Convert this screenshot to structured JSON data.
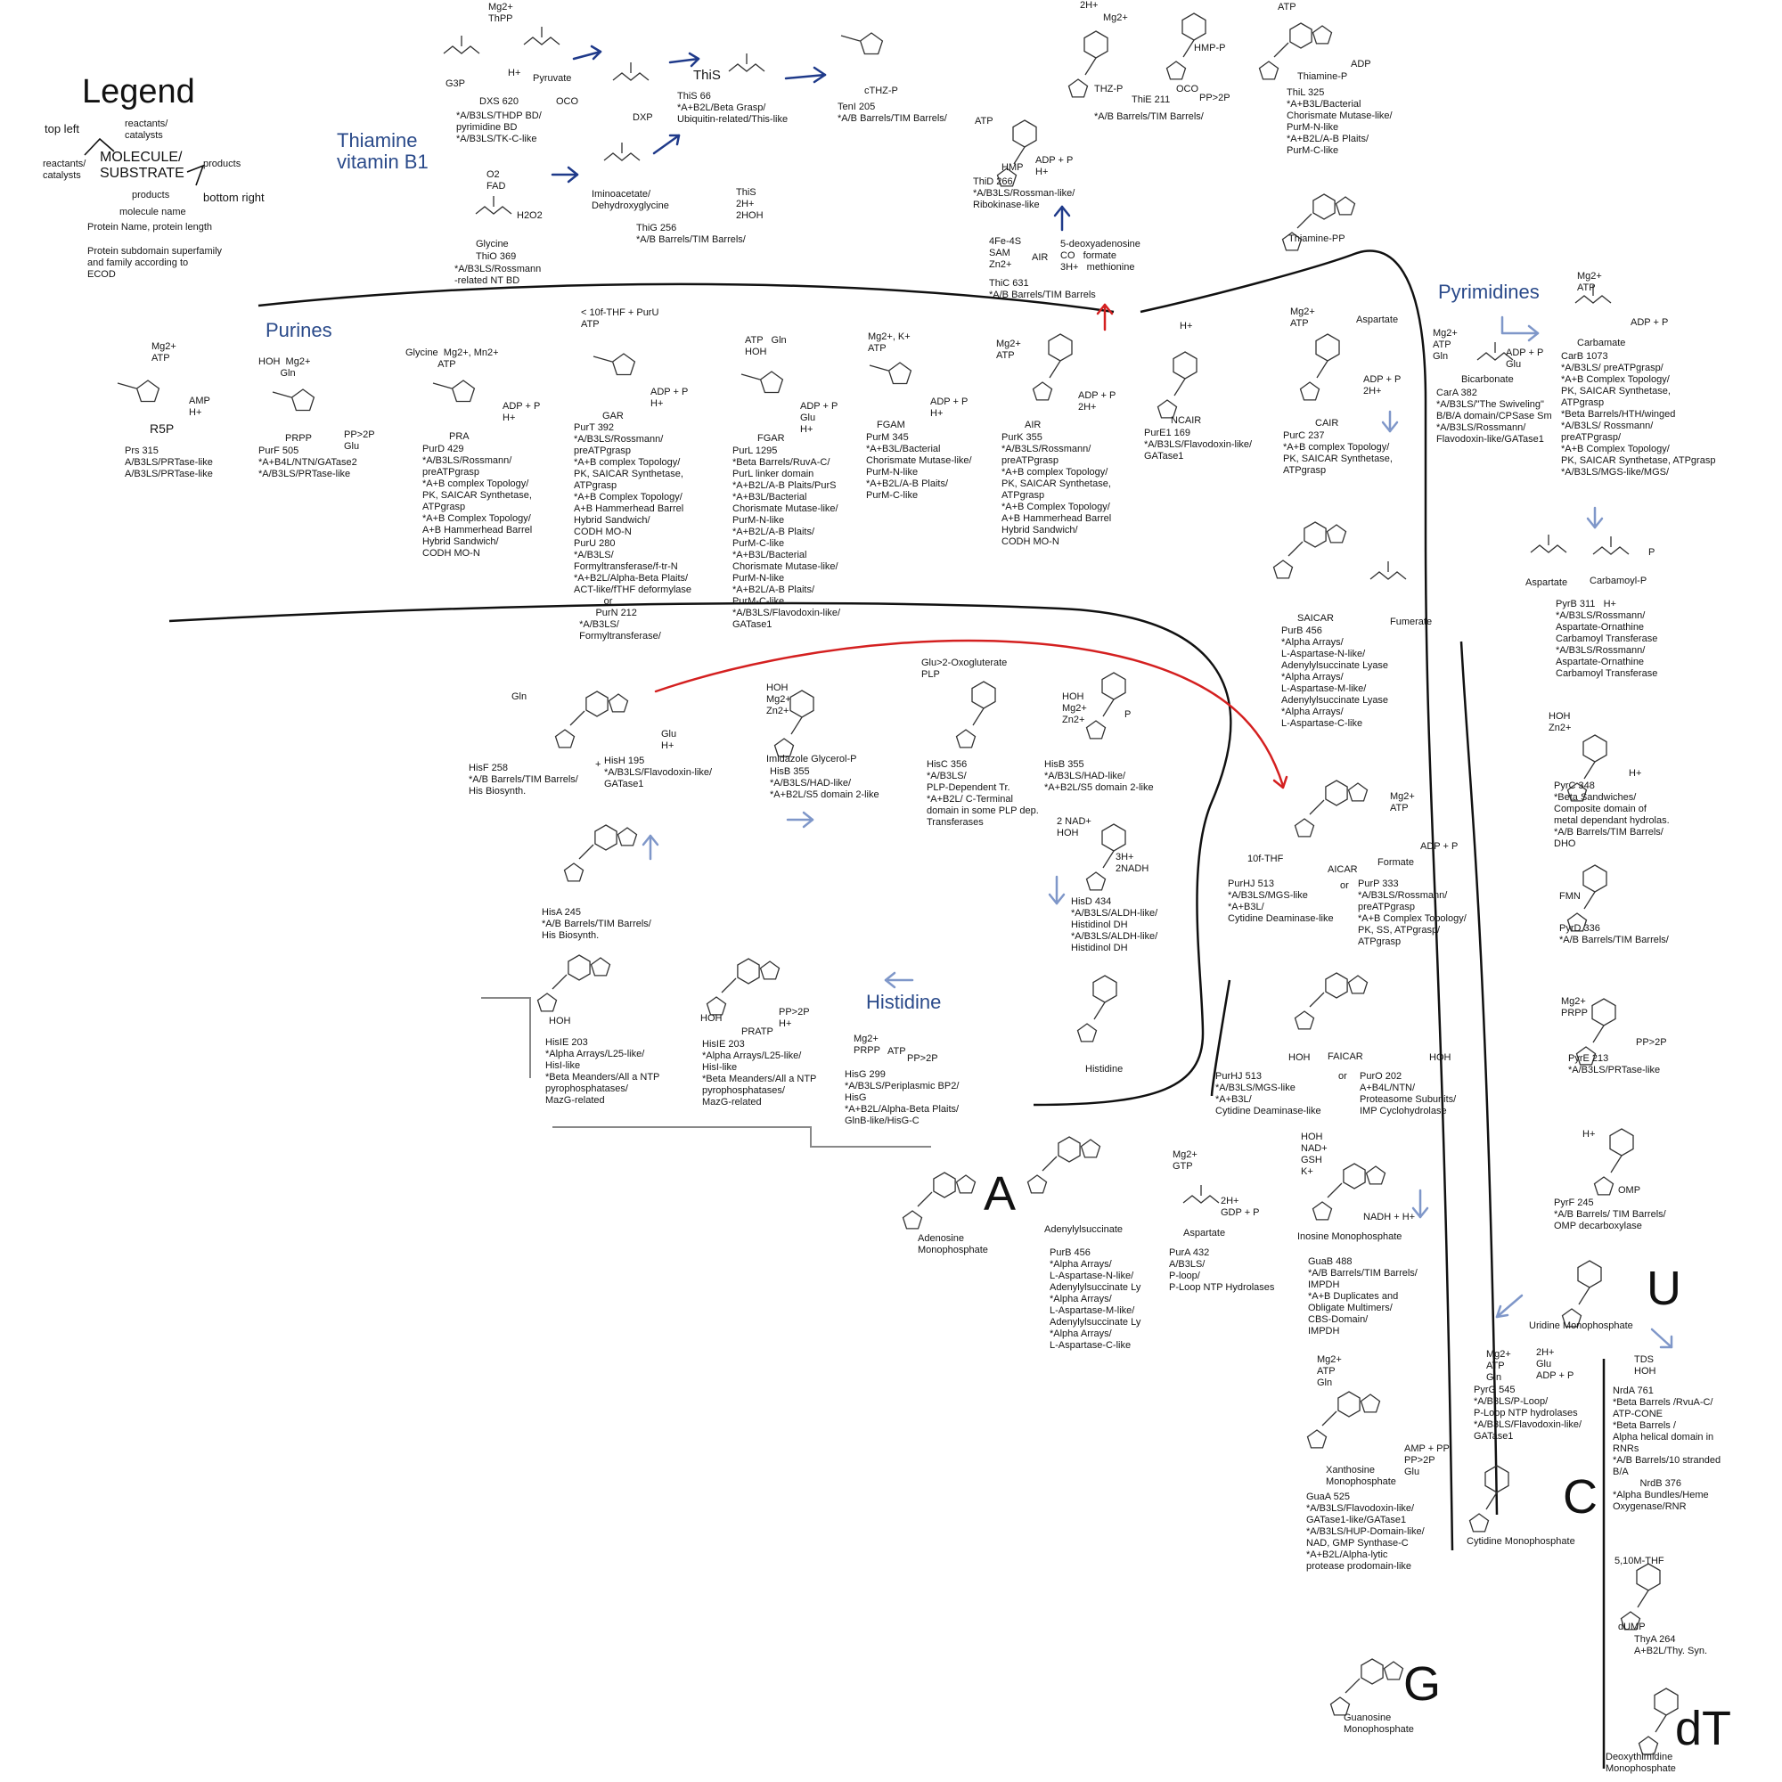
{
  "legend": {
    "title": "Legend",
    "top_left": "top left",
    "reactants_catalysts_top": "reactants/\ncatalysts",
    "reactants_catalysts_left": "reactants/\ncatalysts",
    "molecule_substrate": "MOLECULE/\nSUBSTRATE",
    "products_right": "products",
    "products_below": "products",
    "bottom_right": "bottom right",
    "molecule_name": "molecule name",
    "protein_name": "Protein Name, protein length",
    "subdomain_note": "Protein subdomain superfamily\nand family according to\nECOD"
  },
  "sections": {
    "thiamine": "Thiamine\nvitamin B1",
    "purines": "Purines",
    "pyrimidines": "Pyrimidines",
    "histidine": "Histidine"
  },
  "big_letters": {
    "a": "A",
    "g": "G",
    "u": "U",
    "c": "C",
    "dt": "dT"
  },
  "thiamine": {
    "g3p_in": "Mg2+\nThPP",
    "g3p": "G3P",
    "hplus": "H+",
    "pyruvate": "Pyruvate",
    "dxs": "DXS 620",
    "oco": "OCO",
    "dxs_dom": "*A/B3LS/THDP BD/\npyrimidine BD\n*A/B3LS/TK-C-like",
    "dxp": "DXP",
    "this": "ThiS",
    "this_prot": "ThiS 66\n*A+B2L/Beta Grasp/\nUbiquitin-related/This-like",
    "cthz": "cTHZ-P",
    "teni": "TenI 205\n*A/B Barrels/TIM Barrels/",
    "thz_top": "2H+",
    "mg2": "Mg2+",
    "thzp": "THZ-P",
    "hmpp": "HMP-P",
    "thie": "ThiE 211",
    "oco2": "OCO",
    "pp2p": "PP>2P",
    "thie_dom": "*A/B Barrels/TIM Barrels/",
    "atp": "ATP",
    "adp": "ADP",
    "thiaminep": "Thiamine-P",
    "thil": "ThiL 325\n*A+B3L/Bacterial\nChorismate Mutase-like/\nPurM-N-like\n*A+B2L/A-B Plaits/\nPurM-C-like",
    "o2fad": "O2\nFAD",
    "h2o2": "H2O2",
    "glycine": "Glycine",
    "thio": "ThiO 369",
    "thio_dom": "*A/B3LS/Rossmann\n-related NT BD",
    "imino": "Iminoacetate/\nDehydroxyglycine",
    "thig_in": "ThiS\n2H+\n2HOH",
    "thig": "ThiG 256\n*A/B Barrels/TIM Barrels/",
    "atp2": "ATP",
    "hmp": "HMP",
    "adpp": "ADP + P\nH+",
    "thid": "ThiD 266\n*A/B3LS/Rossman-like/\nRibokinase-like",
    "thic_in": "4Fe-4S\nSAM\nZn2+",
    "air": "AIR",
    "thic_out": "5-deoxyadenosine\nCO   formate\n3H+   methionine",
    "thic": "ThiC 631\n*A/B Barrels/TIM Barrels",
    "thiamine_pp": "Thiamine-PP"
  },
  "purines": {
    "r5p_in": "Mg2+\nATP",
    "r5p_out": "AMP\nH+",
    "r5p": "R5P",
    "prs": "Prs 315\nA/B3LS/PRTase-like\nA/B3LS/PRTase-like",
    "prpp_in": "HOH  Mg2+\n        Gln",
    "prpp_out": "PP>2P\nGlu",
    "prpp": "PRPP",
    "purf": "PurF 505\n*A+B4L/NTN/GATase2\n*A/B3LS/PRTase-like",
    "pra_in": "Glycine  Mg2+, Mn2+\n            ATP",
    "pra_out": "ADP + P\nH+",
    "pra": "PRA",
    "purd": "PurD 429\n*A/B3LS/Rossmann/\npreATPgrasp\n*A+B complex Topology/\nPK, SAICAR Synthetase,\nATPgrasp\n*A+B Complex Topology/\nA+B Hammerhead Barrel\nHybrid Sandwich/\nCODH MO-N",
    "gar_in": "< 10f-THF + PurU\nATP",
    "gar_out": "ADP + P\nH+",
    "gar": "GAR",
    "purt": "PurT 392\n*A/B3LS/Rossmann/\npreATPgrasp\n*A+B complex Topology/\nPK, SAICAR Synthetase,\nATPgrasp\n*A+B Complex Topology/\nA+B Hammerhead Barrel\nHybrid Sandwich/\nCODH MO-N\nPurU 280\n*A/B3LS/\nFormyltransferase/f-tr-N\n*A+B2L/Alpha-Beta Plaits/\nACT-like/fTHF deformylase\n           or\n        PurN 212\n  *A/B3LS/\n  Formyltransferase/",
    "fgar_in": "ATP   Gln\nHOH",
    "fgar_out": "ADP + P\nGlu\nH+",
    "fgar": "FGAR",
    "purl": "PurL 1295\n*Beta Barrels/RuvA-C/\nPurL linker domain\n*A+B2L/A-B Plaits/PurS\n*A+B3L/Bacterial\nChorismate Mutase-like/\nPurM-N-like\n*A+B2L/A-B Plaits/\nPurM-C-like\n*A+B3L/Bacterial\nChorismate Mutase-like/\nPurM-N-like\n*A+B2L/A-B Plaits/\nPurM-C-like\n*A/B3LS/Flavodoxin-like/\nGATase1",
    "fgam_in": "Mg2+, K+\nATP",
    "fgam_out": "ADP + P\nH+",
    "fgam": "FGAM",
    "purm": "PurM 345\n*A+B3L/Bacterial\nChorismate Mutase-like/\nPurM-N-like\n*A+B2L/A-B Plaits/\nPurM-C-like",
    "air_in": "Mg2+\nATP",
    "air_out": "ADP + P\n2H+",
    "air": "AIR",
    "purk": "PurK 355\n*A/B3LS/Rossmann/\npreATPgrasp\n*A+B complex Topology/\nPK, SAICAR Synthetase,\nATPgrasp\n*A+B Complex Topology/\nA+B Hammerhead Barrel\nHybrid Sandwich/\nCODH MO-N",
    "ncair_in": "H+",
    "ncair": "NCAIR",
    "pure1": "PurE1 169\n*A/B3LS/Flavodoxin-like/\nGATase1",
    "cair_in": "Mg2+\nATP",
    "aspartate": "Aspartate",
    "cair_out": "ADP + P\n2H+",
    "cair": "CAIR",
    "purc": "PurC 237\n*A+B complex Topology/\nPK, SAICAR Synthetase,\nATPgrasp",
    "saicar": "SAICAR",
    "fumerate": "Fumerate",
    "purb": "PurB 456\n*Alpha Arrays/\nL-Aspartase-N-like/\nAdenylylsuccinate Lyase\n*Alpha Arrays/\nL-Aspartase-M-like/\nAdenylylsuccinate Lyase\n*Alpha Arrays/\nL-Aspartase-C-like",
    "aicar_in": "Mg2+\nATP",
    "formate": "Formate",
    "aicar_out": "ADP + P",
    "tenf": "10f-THF",
    "aicar": "AICAR",
    "or1": "or",
    "purhj": "PurHJ 513\n*A/B3LS/MGS-like\n*A+B3L/\nCytidine Deaminase-like",
    "purp": "PurP 333\n*A/B3LS/Rossmann/\npreATPgrasp\n*A+B Complex Topology/\nPK, SS, ATPgrasp/\nATPgrasp",
    "hoh_l": "HOH",
    "faicar": "FAICAR",
    "hoh_r": "HOH",
    "or2": "or",
    "purhj2": "PurHJ 513\n*A/B3LS/MGS-like\n*A+B3L/\nCytidine Deaminase-like",
    "puro": "PurO 202\nA+B4L/NTN/\nProteasome Subunits/\nIMP Cyclohydrolase",
    "imp_in": "HOH\nNAD+\nGSH\nK+",
    "imp_out": "NADH + H+",
    "imp": "Inosine Monophosphate",
    "guab": "GuaB 488\n*A/B Barrels/TIM Barrels/\nIMPDH\n*A+B Duplicates and\nObligate Multimers/\nCBS-Domain/\nIMPDH",
    "pura_in": "Mg2+\nGTP",
    "pura_out": "2H+\nGDP + P",
    "asp2": "Aspartate",
    "pura": "PurA 432\nA/B3LS/\nP-loop/\nP-Loop NTP Hydrolases",
    "adenylsucc": "Adenylylsuccinate",
    "purb2": "PurB 456\n*Alpha Arrays/\nL-Aspartase-N-like/\nAdenylylsuccinate Ly\n*Alpha Arrays/\nL-Aspartase-M-like/\nAdenylylsuccinate Ly\n*Alpha Arrays/\nL-Aspartase-C-like",
    "amp": "Adenosine\nMonophosphate",
    "xmp_in": "Mg2+\nATP\nGln",
    "xmp_out": "AMP + PP\nPP>2P\nGlu",
    "xmp": "Xanthosine\nMonophosphate",
    "guaa": "GuaA 525\n*A/B3LS/Flavodoxin-like/\nGATase1-like/GATase1\n*A/B3LS/HUP-Domain-like/\nNAD, GMP Synthase-C\n*A+B2L/Alpha-lytic\nprotease prodomain-like",
    "gmp": "Guanosine\nMonophosphate"
  },
  "pyrimidines": {
    "cara_in": "Mg2+\nATP\nGln",
    "cara_out": "ADP + P\nGlu",
    "bicarb": "Bicarbonate",
    "cara": "CarA 382\n*A/B3LS/\"The Swiveling\"\nB/B/A domain/CPSase Sm\n*A/B3LS/Rossmann/\nFlavodoxin-like/GATase1",
    "carb_in": "Mg2+\nATP",
    "carb_out": "ADP + P",
    "carbamate": "Carbamate",
    "carb": "CarB 1073\n*A/B3LS/ preATPgrasp/\n*A+B Complex Topology/\nPK, SAICAR Synthetase,\nATPgrasp\n*Beta Barrels/HTH/winged\n*A/B3LS/ Rossmann/\npreATPgrasp/\n*A+B Complex Topology/\nPK, SAICAR Synthetase, ATPgrasp\n*A/B3LS/MGS-like/MGS/",
    "asp": "Aspartate",
    "carbp": "Carbamoyl-P",
    "p": "P",
    "pyrb": "PyrB 311   H+\n*A/B3LS/Rossmann/\nAspartate-Ornathine\nCarbamoyl Transferase\n*A/B3LS/Rossmann/\nAspartate-Ornathine\nCarbamoyl Transferase",
    "pyrc_in": "HOH\nZn2+",
    "pyrc_out": "H+",
    "pyrc": "PyrC 348\n*Beta Sandwiches/\nComposite domain of\nmetal dependant hydrolas.\n*A/B Barrels/TIM Barrels/\nDHO",
    "fmn": "FMN",
    "pyrd": "PyrD 336\n*A/B Barrels/TIM Barrels/",
    "pyre_in": "Mg2+\nPRPP",
    "pyre_out": "PP>2P",
    "pyre": "PyrE 213\n*A/B3LS/PRTase-like",
    "pyrf_in": "H+",
    "omp": "OMP",
    "pyrf": "PyrF 245\n*A/B Barrels/ TIM Barrels/\nOMP decarboxylase",
    "ump": "Uridine Monophosphate",
    "pyrg_in": "Mg2+\nATP\nGln",
    "pyrg_out": "2H+\nGlu\nADP + P",
    "pyrg": "PyrG 545\n*A/B3LS/P-Loop/\nP-Loop NTP hydrolases\n*A/B3LS/Flavodoxin-like/\nGATase1",
    "cmp": "Cytidine Monophosphate",
    "nrda_in": "TDS\nHOH",
    "nrda": "NrdA 761\n*Beta Barrels /RvuA-C/\nATP-CONE\n*Beta Barrels /\nAlpha helical domain in\nRNRs\n*A/B Barrels/10 stranded\nB/A\n          NrdB 376\n*Alpha Bundles/Heme\nOxygenase/RNR",
    "thya_in": "5,10M-THF",
    "dump": "dUMP",
    "thya": "ThyA 264\nA+B2L/Thy. Syn.",
    "dtmp": "Deoxythimidine\nMonophosphate"
  },
  "histidine": {
    "gln": "Gln",
    "hish_out": "Glu\nH+",
    "plus": "+",
    "hisf": "HisF 258\n*A/B Barrels/TIM Barrels/\nHis Biosynth.",
    "hish": "HisH 195\n*A/B3LS/Flavodoxin-like/\nGATase1",
    "igp_in": "HOH\nMg2+\nZn2+",
    "igp": "Imidazole Glycerol-P",
    "hisb": "HisB 355\n*A/B3LS/HAD-like/\n*A+B2L/S5 domain 2-like",
    "hisc_in": "Glu>2-Oxogluterate\nPLP",
    "hisc": "HisC 356\n*A/B3LS/\nPLP-Dependent Tr.\n*A+B2L/ C-Terminal\ndomain in some PLP dep.\nTransferases",
    "hisb2_in": "HOH\nMg2+\nZn2+",
    "p": "P",
    "hisb2": "HisB 355\n*A/B3LS/HAD-like/\n*A+B2L/S5 domain 2-like",
    "hisd_in": "2 NAD+\nHOH",
    "hisd_out": "3H+\n2NADH",
    "hisd": "HisD 434\n*A/B3LS/ALDH-like/\nHistidinol DH\n*A/B3LS/ALDH-like/\nHistidinol DH",
    "histidine": "Histidine",
    "hisa": "HisA 245\n*A/B Barrels/TIM Barrels/\nHis Biosynth.",
    "hoh1": "HOH",
    "hisie1": "HisIE 203\n*Alpha Arrays/L25-like/\nHisI-like\n*Beta Meanders/All a NTP\npyrophosphatases/\nMazG-related",
    "hoh2": "HOH",
    "pratp_out": "PP>2P\nH+",
    "pratp": "PRATP",
    "hisie2": "HisIE 203\n*Alpha Arrays/L25-like/\nHisI-like\n*Beta Meanders/All a NTP\npyrophosphatases/\nMazG-related",
    "hisg_in": "Mg2+\nPRPP",
    "hisg_atp": "ATP",
    "hisg_out": "PP>2P",
    "hisg": "HisG 299\n*A/B3LS/Periplasmic BP2/\nHisG\n*A+B2L/Alpha-Beta Plaits/\nGlnB-like/HisG-C"
  },
  "colors": {
    "section_title": "#2a4a8a",
    "arrow_blue": "#1f3a8a",
    "arrow_light": "#7f97c9",
    "arrow_red": "#d42020",
    "ink": "#151515"
  }
}
